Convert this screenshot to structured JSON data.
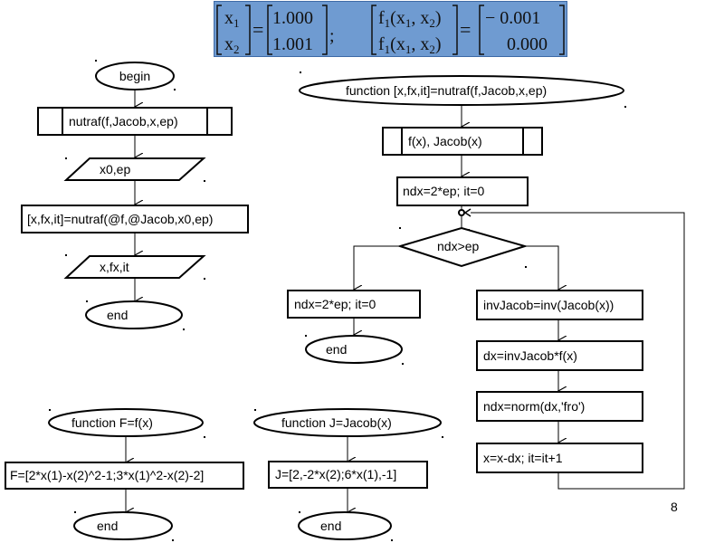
{
  "equation": {
    "lhs_vector": [
      "x",
      "x"
    ],
    "lhs_subscripts": [
      "1",
      "2"
    ],
    "lhs_values": [
      "1.000",
      "1.001"
    ],
    "separator": ";",
    "rhs_func": [
      "f",
      "f"
    ],
    "rhs_func_subscripts": [
      "1",
      "1"
    ],
    "rhs_args": [
      "(x",
      "(x"
    ],
    "rhs_values": [
      "− 0.001",
      "0.000"
    ],
    "equals": "=",
    "background_color": "#6f9bd1"
  },
  "main_flow": {
    "begin": "begin",
    "call_box": "nutraf(f,Jacob,x,ep)",
    "input": "x0,ep",
    "assign": "[x,fx,it]=nutraf(@f,@Jacob,x0,ep)",
    "output": "x,fx,it",
    "end": "end"
  },
  "nutraf_flow": {
    "header": "function  [x,fx,it]=nutraf(f,Jacob,x,ep)",
    "call_box": "f(x), Jacob(x)",
    "init": "ndx=2*ep;  it=0",
    "decision": "ndx>ep",
    "no_branch_box": "ndx=2*ep;  it=0",
    "no_branch_end": "end",
    "loop_steps": [
      "invJacob=inv(Jacob(x))",
      "dx=invJacob*f(x)",
      "ndx=norm(dx,'fro')",
      "x=x-dx;   it=it+1"
    ]
  },
  "f_flow": {
    "header": "function  F=f(x)",
    "body": "F=[2*x(1)-x(2)^2-1;3*x(1)^2-x(2)-2]",
    "end": "end"
  },
  "jacob_flow": {
    "header": "function  J=Jacob(x)",
    "body": "J=[2,-2*x(2);6*x(1),-1]",
    "end": "end"
  },
  "page_number": "8"
}
